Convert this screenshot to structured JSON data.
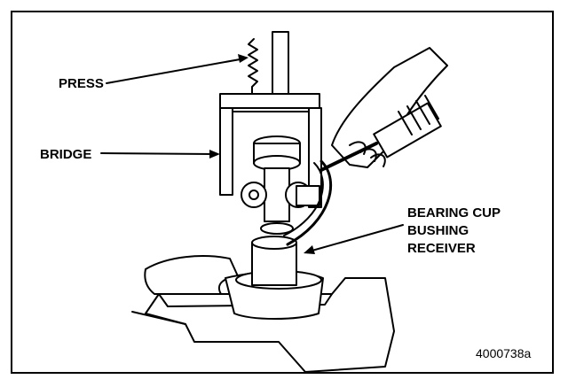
{
  "labels": {
    "press": "PRESS",
    "bridge": "BRIDGE",
    "bearing_cup": "BEARING CUP",
    "bushing": "BUSHING",
    "receiver": "RECEIVER"
  },
  "figure_id": "4000738a",
  "colors": {
    "line": "#000000",
    "fill": "#ffffff",
    "border": "#000000"
  }
}
